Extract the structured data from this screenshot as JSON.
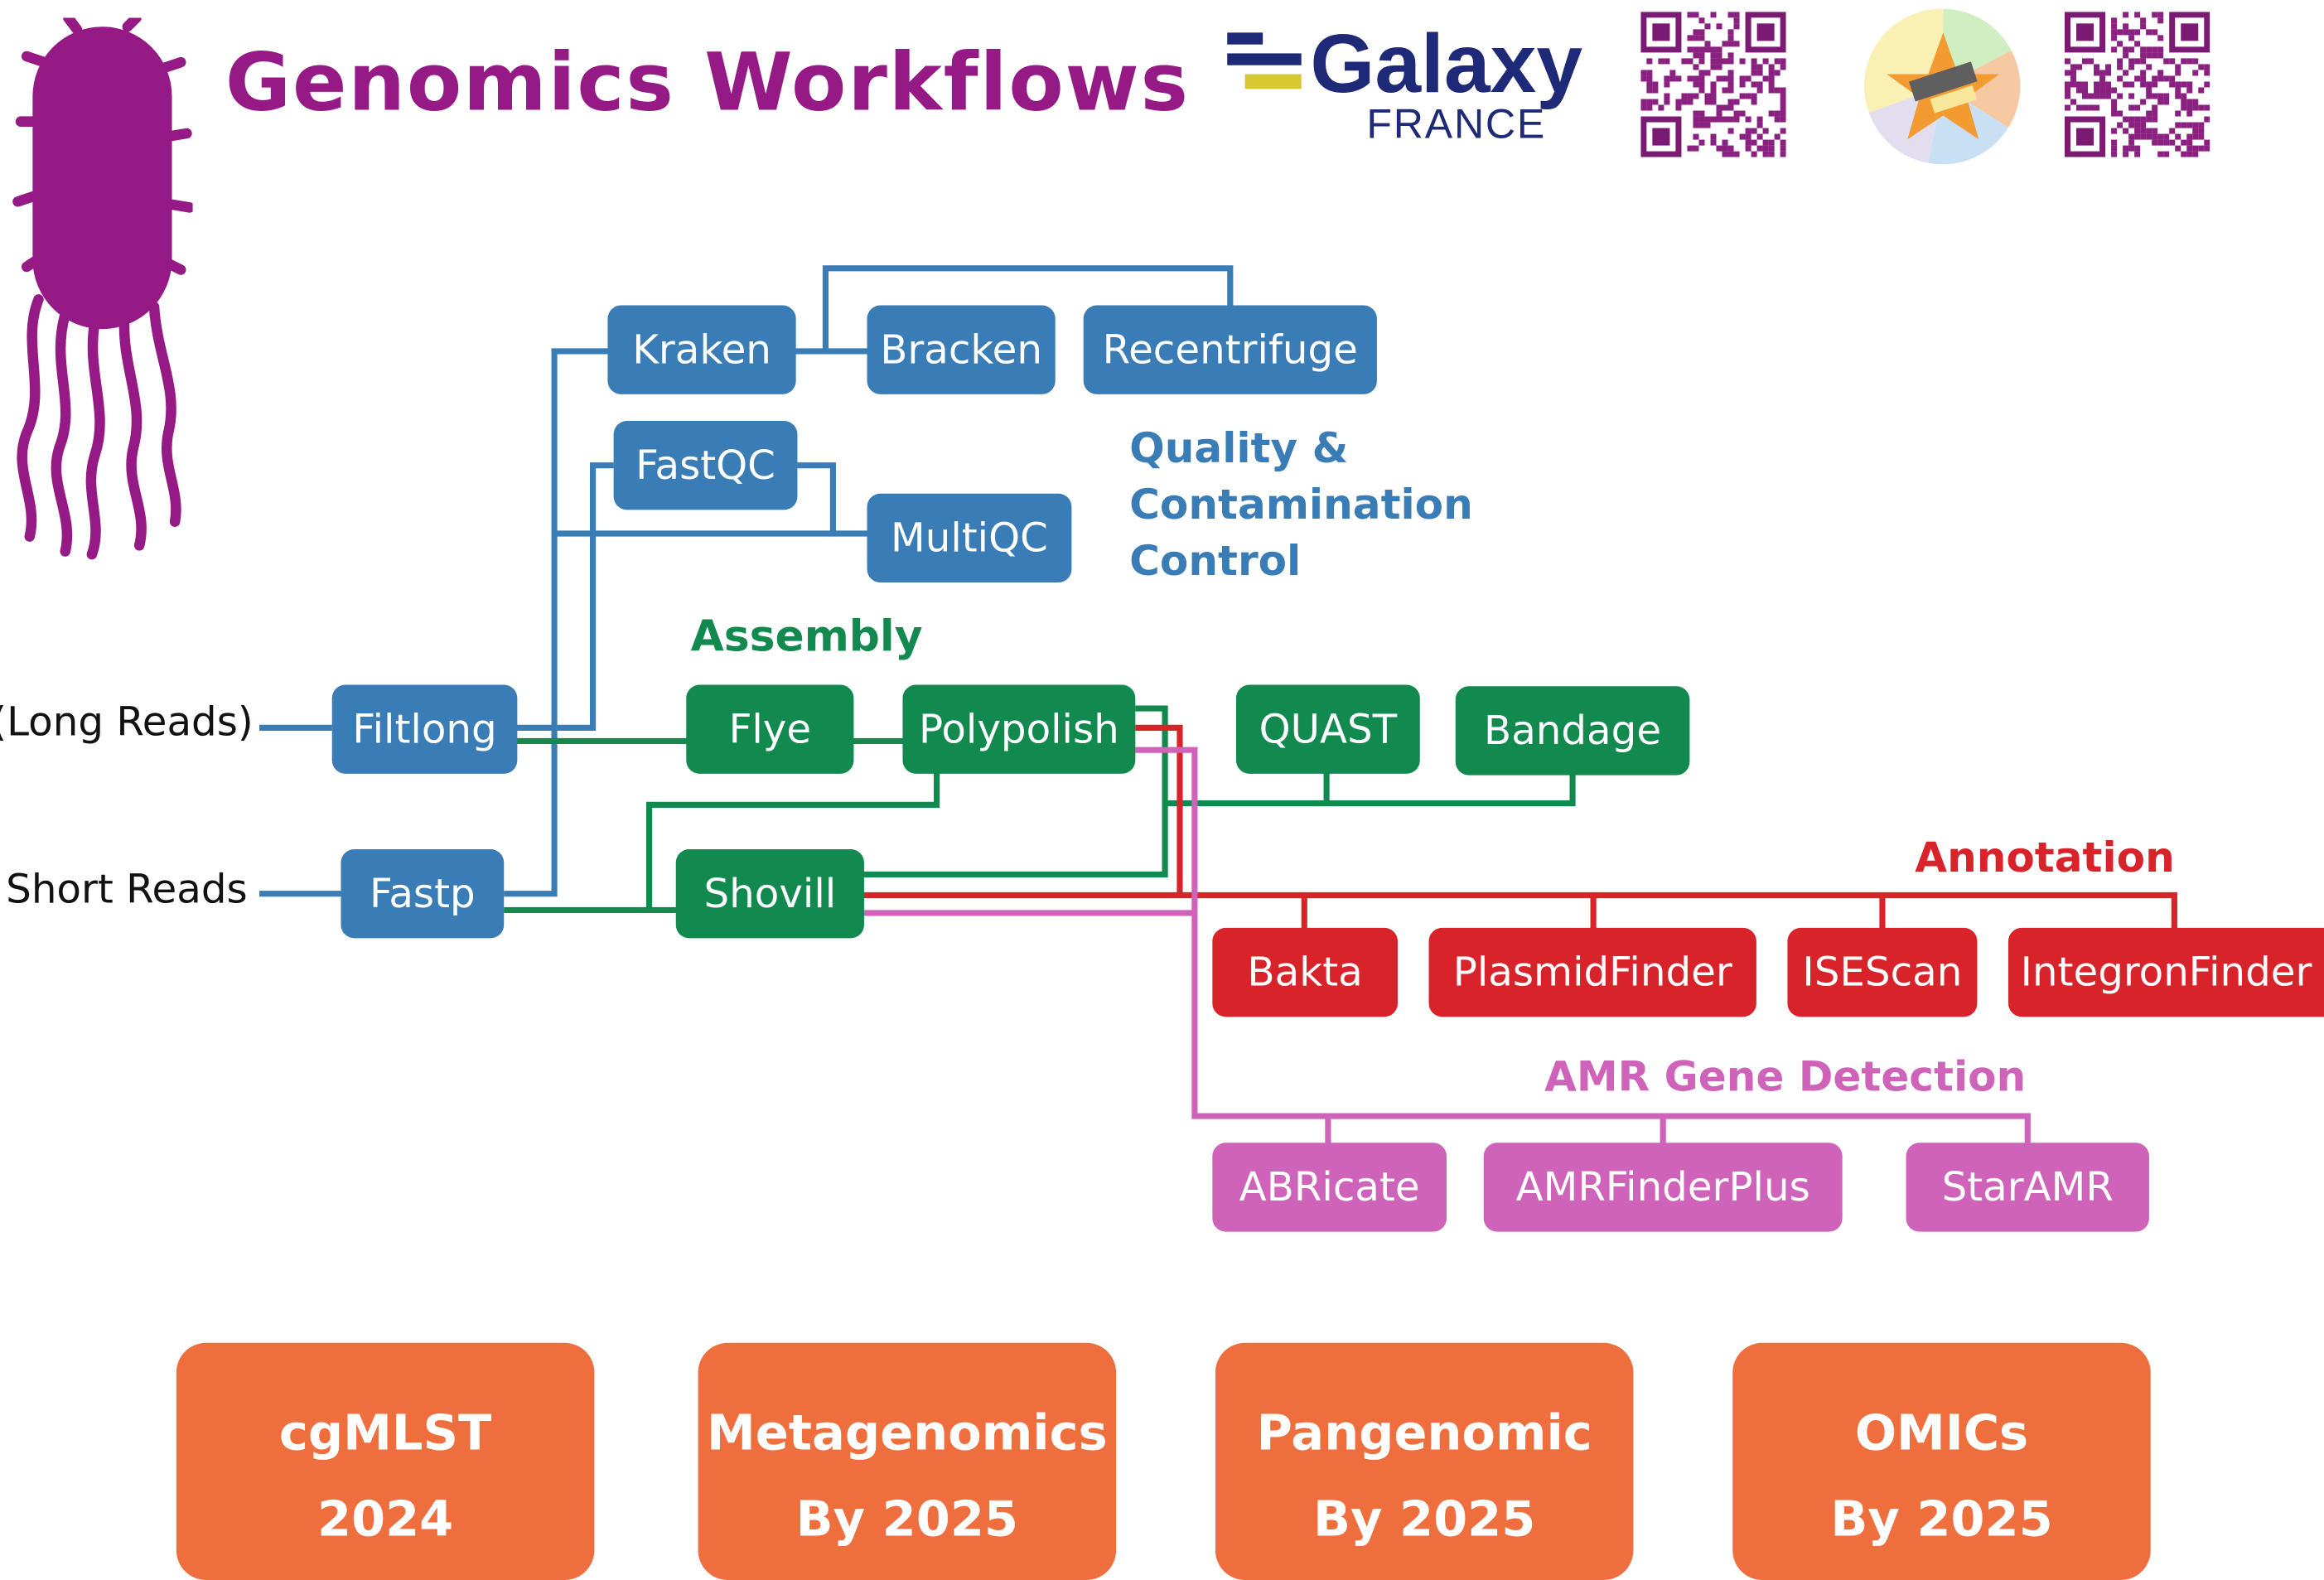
{
  "title": "Genomics Workflows",
  "logos": {
    "galaxy_word": "Galaxy",
    "galaxy_sub": "FRANCE",
    "galaxy_colors": {
      "navy": "#1e2a77",
      "yellow": "#d7c730"
    },
    "qr_codes": [
      "qr-code-icon",
      "qr-code-icon"
    ],
    "wheel_icon": "color-wheel-logo-icon",
    "bacterium_icon": "bacterium-icon"
  },
  "inputs": {
    "long_reads": "(Long Reads)",
    "short_reads": "Short Reads"
  },
  "sections": {
    "qc_line1": "Quality &",
    "qc_line2": "Contamination",
    "qc_line3": "Control",
    "assembly": "Assembly",
    "annotation": "Annotation",
    "amr": "AMR Gene Detection"
  },
  "nodes": {
    "filtlong": "Filtlong",
    "fastp": "Fastp",
    "kraken": "Kraken",
    "bracken": "Bracken",
    "recentrifuge": "Recentrifuge",
    "fastqc": "FastQC",
    "multiqc": "MultiQC",
    "flye": "Flye",
    "polypolish": "Polypolish",
    "shovill": "Shovill",
    "quast": "QUAST",
    "bandage": "Bandage",
    "bakta": "Bakta",
    "plasmidfinder": "PlasmidFinder",
    "isescan": "ISEScan",
    "integronfinder": "IntegronFinder",
    "abricate": "ABRicate",
    "amrfinderplus": "AMRFinderPlus",
    "staramr": "StarAMR"
  },
  "cards": [
    {
      "line1": "cgMLST",
      "line2": "2024"
    },
    {
      "line1": "Metagenomics",
      "line2": "By 2025"
    },
    {
      "line1": "Pangenomic",
      "line2": "By 2025"
    },
    {
      "line1": "OMICs",
      "line2": "By 2025"
    }
  ],
  "colors": {
    "qc": "#3a7cb6",
    "assembly": "#12894f",
    "annotation": "#d8232a",
    "amr": "#cf63b9",
    "cards": "#ee6e3e",
    "title": "#951a86"
  }
}
